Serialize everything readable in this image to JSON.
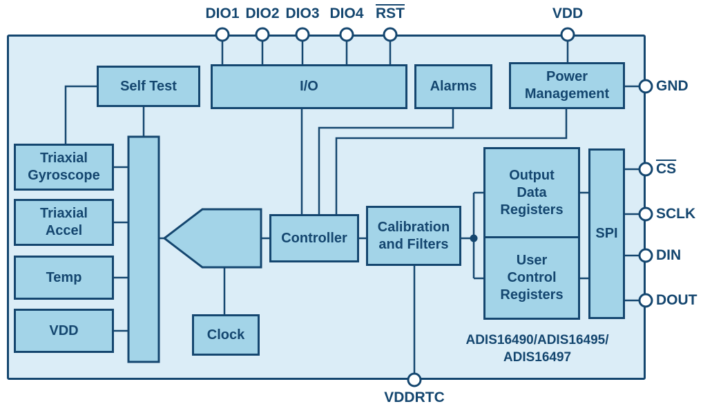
{
  "blocks": {
    "self_test": "Self Test",
    "io": "I/O",
    "alarms": "Alarms",
    "power_management": "Power\nManagement",
    "triaxial_gyroscope": "Triaxial\nGyroscope",
    "triaxial_accel": "Triaxial\nAccel",
    "temp": "Temp",
    "vdd": "VDD",
    "controller": "Controller",
    "clock": "Clock",
    "calibration_and_filters": "Calibration\nand Filters",
    "output_data_registers": "Output\nData\nRegisters",
    "user_control_registers": "User\nControl\nRegisters",
    "spi": "SPI"
  },
  "pins": {
    "dio1": "DIO1",
    "dio2": "DIO2",
    "dio3": "DIO3",
    "dio4": "DIO4",
    "rst": "RST",
    "vdd_top": "VDD",
    "gnd": "GND",
    "cs": "CS",
    "sclk": "SCLK",
    "din": "DIN",
    "dout": "DOUT",
    "vddrtc": "VDDRTC"
  },
  "part_label": "ADIS16490/ADIS16495/\nADIS16497",
  "colors": {
    "ink": "#14466F",
    "block_fill": "#A3D4E8",
    "panel_fill": "#DBEDF7",
    "pin_fill": "#FFFFFF",
    "background": "#FFFFFF"
  }
}
